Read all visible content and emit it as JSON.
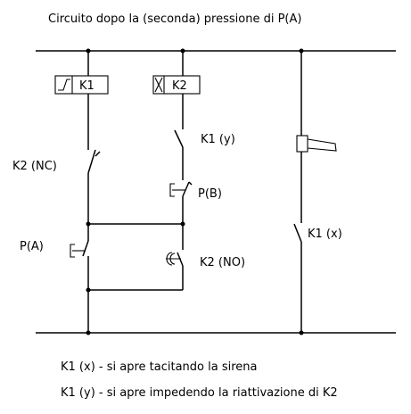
{
  "title": "Circuito dopo la  (seconda) pressione di P(A)",
  "relays": {
    "k1": "K1",
    "k2": "K2"
  },
  "contacts": {
    "k2_nc": "K2 (NC)",
    "k1_y": "K1 (y)",
    "pb": "P(B)",
    "pa": "P(A)",
    "k2_no": "K2 (NO)",
    "k1_x": "K1 (x)"
  },
  "notes": [
    "K1 (x) - si apre tacitando la sirena",
    "K1 (y) - si apre impedendo la riattivazione di K2"
  ]
}
